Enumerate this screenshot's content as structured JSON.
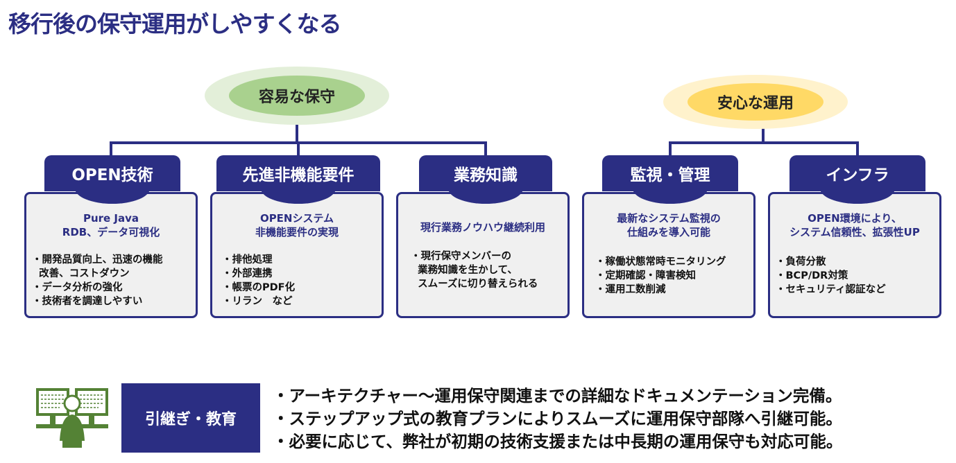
{
  "title": "移行後の保守運用がしやすくなる",
  "groups": [
    {
      "label": "容易な保守",
      "outer_color": "#e3efd9",
      "inner_color": "#a9d18e"
    },
    {
      "label": "安心な運用",
      "outer_color": "#fff2cc",
      "inner_color": "#ffd966"
    }
  ],
  "cards": [
    {
      "tab": "OPEN技術",
      "subtitle": "Pure Java\nRDB、データ可視化",
      "items": [
        "・開発品質向上、迅速の機能",
        "  改善、コストダウン",
        "・データ分析の強化",
        "・技術者を調達しやすい"
      ]
    },
    {
      "tab": "先進非機能要件",
      "subtitle": "OPENシステム\n非機能要件の実現",
      "items": [
        "・排他処理",
        "・外部連携",
        "・帳票のPDF化",
        "・リラン　など"
      ]
    },
    {
      "tab": "業務知識",
      "subtitle": "現行業務ノウハウ継続利用",
      "items": [
        "・現行保守メンバーの",
        "  業務知識を生かして、",
        "  スムーズに切り替えられる"
      ]
    },
    {
      "tab": "監視・管理",
      "subtitle": "最新なシステム監視の\n仕組みを導入可能",
      "items": [
        "・稼働状態常時モニタリング",
        "・定期確認・障害検知",
        "・運用工数削減"
      ]
    },
    {
      "tab": "インフラ",
      "subtitle": "OPEN環境により、\nシステム信頼性、拡張性UP",
      "items": [
        "・負荷分散",
        "・BCP/DR対策",
        "・セキュリティ認証など"
      ]
    }
  ],
  "handover": {
    "icon": "operator-monitors-icon",
    "label": "引継ぎ・教育",
    "bullets": [
      "・アーキテクチャー～運用保守関連までの詳細なドキュメンテーション完備。",
      "・ステップアップ式の教育プランによりスムーズに運用保守部隊へ引継可能。",
      "・必要に応じて、弊社が初期の技術支援または中長期の運用保守も対応可能。"
    ]
  },
  "colors": {
    "navy": "#2b2e83",
    "card_bg": "#f0f0f0",
    "icon_green": "#548235"
  }
}
